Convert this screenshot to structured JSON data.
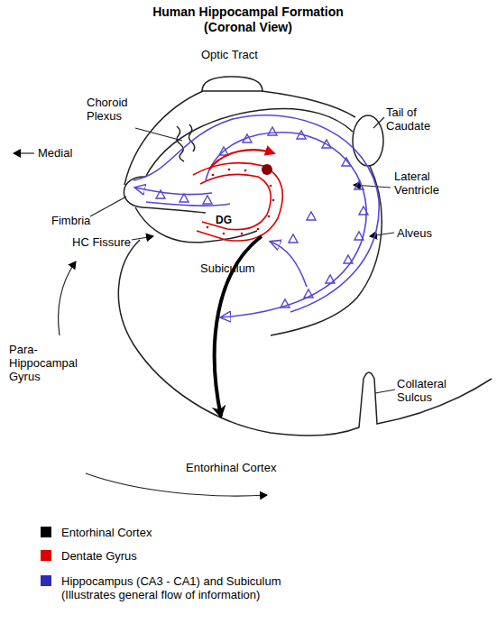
{
  "diagram": {
    "title": "Human Hippocampal Formation (Coronal View)",
    "labels": [
      "Optic Tract",
      "Choroid Plexus",
      "Tail of Caudate",
      "Medial",
      "Lateral Ventricle",
      "DG",
      "Fimbria",
      "HC Fissure",
      "Alveus",
      "Subiculum",
      "Para- Hippocampal Gyrus",
      "Collateral Sulcus",
      "Entorhinal Cortex"
    ],
    "legend": [
      {
        "text": "Entorhinal Cortex",
        "color": "#000000"
      },
      {
        "text": "Dentate Gyrus",
        "color": "#dd0000"
      },
      {
        "text": "Hippocampus (CA3 - CA1) and Subiculum (Illustrates general flow of information)",
        "color": "#2b2bb8"
      }
    ]
  }
}
